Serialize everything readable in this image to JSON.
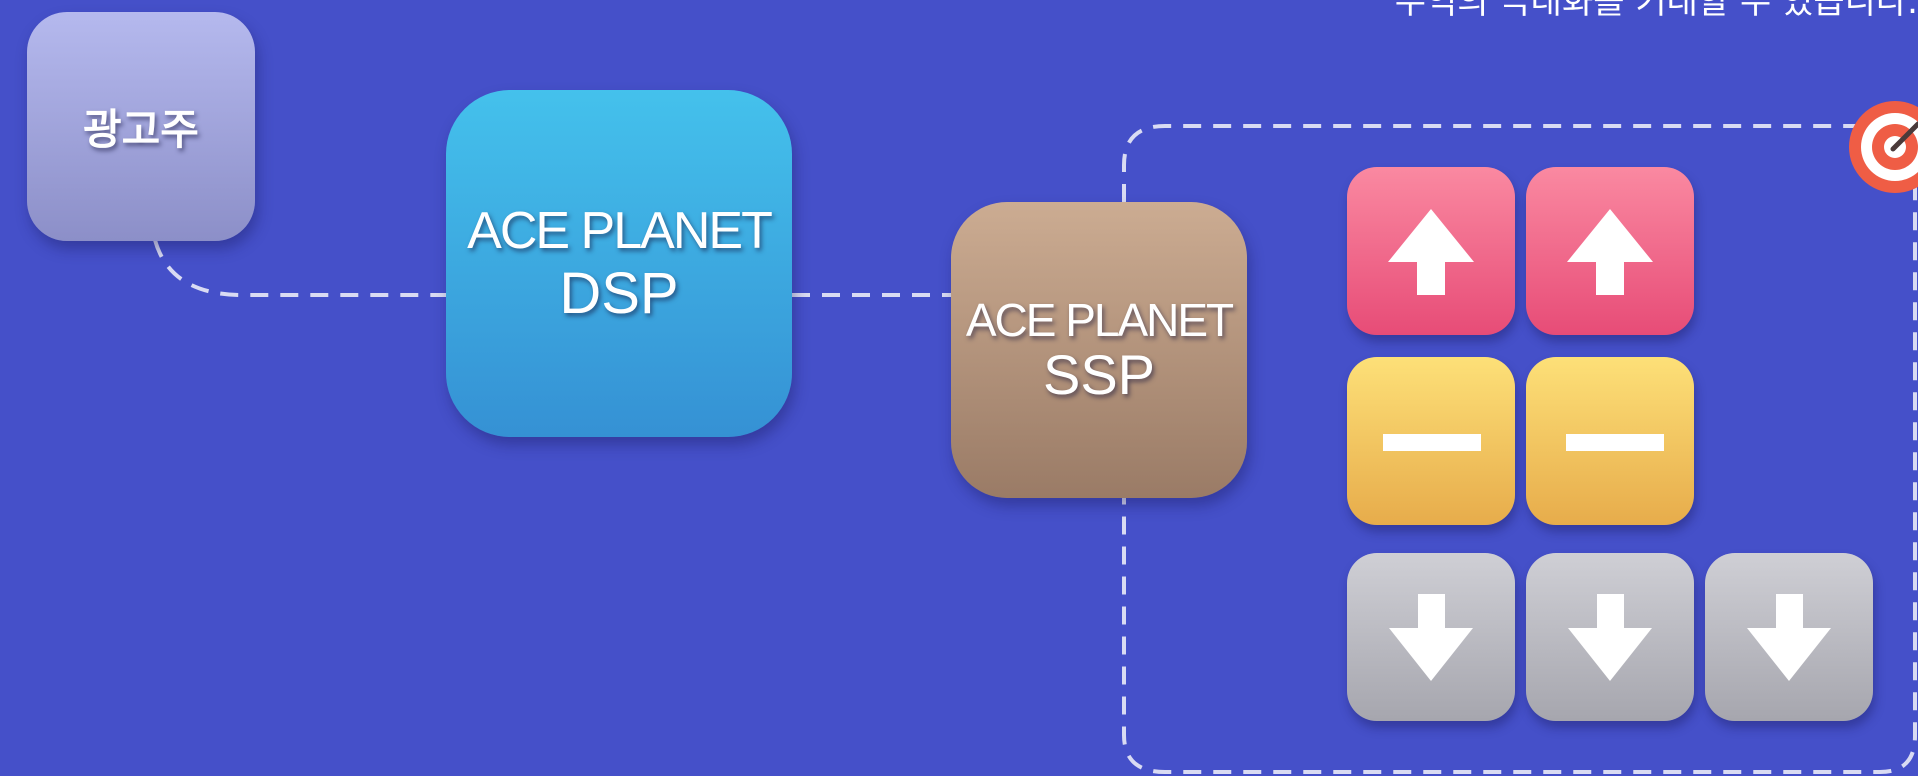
{
  "caption": "수익의 극대화를 기대할 수 있습니다.",
  "nodes": {
    "advertiser": "광고주",
    "dsp": {
      "line1": "ACE PLANET",
      "line2": "DSP"
    },
    "ssp": {
      "line1": "ACE PLANET",
      "line2": "SSP"
    }
  },
  "rows": [
    {
      "kind": "up",
      "icon": "arrow-up-icon",
      "count": 2,
      "color": "#ee5f86"
    },
    {
      "kind": "equal",
      "icon": "minus-icon",
      "count": 2,
      "color": "#f3c45f"
    },
    {
      "kind": "down",
      "icon": "arrow-down-icon",
      "count": 3,
      "color": "#b9b9c1"
    }
  ],
  "target_icon": "target-icon",
  "colors": {
    "background": "#4550c9",
    "advertiser": "#a3a6de",
    "dsp": "#3cabe2",
    "ssp": "#b4937c"
  }
}
